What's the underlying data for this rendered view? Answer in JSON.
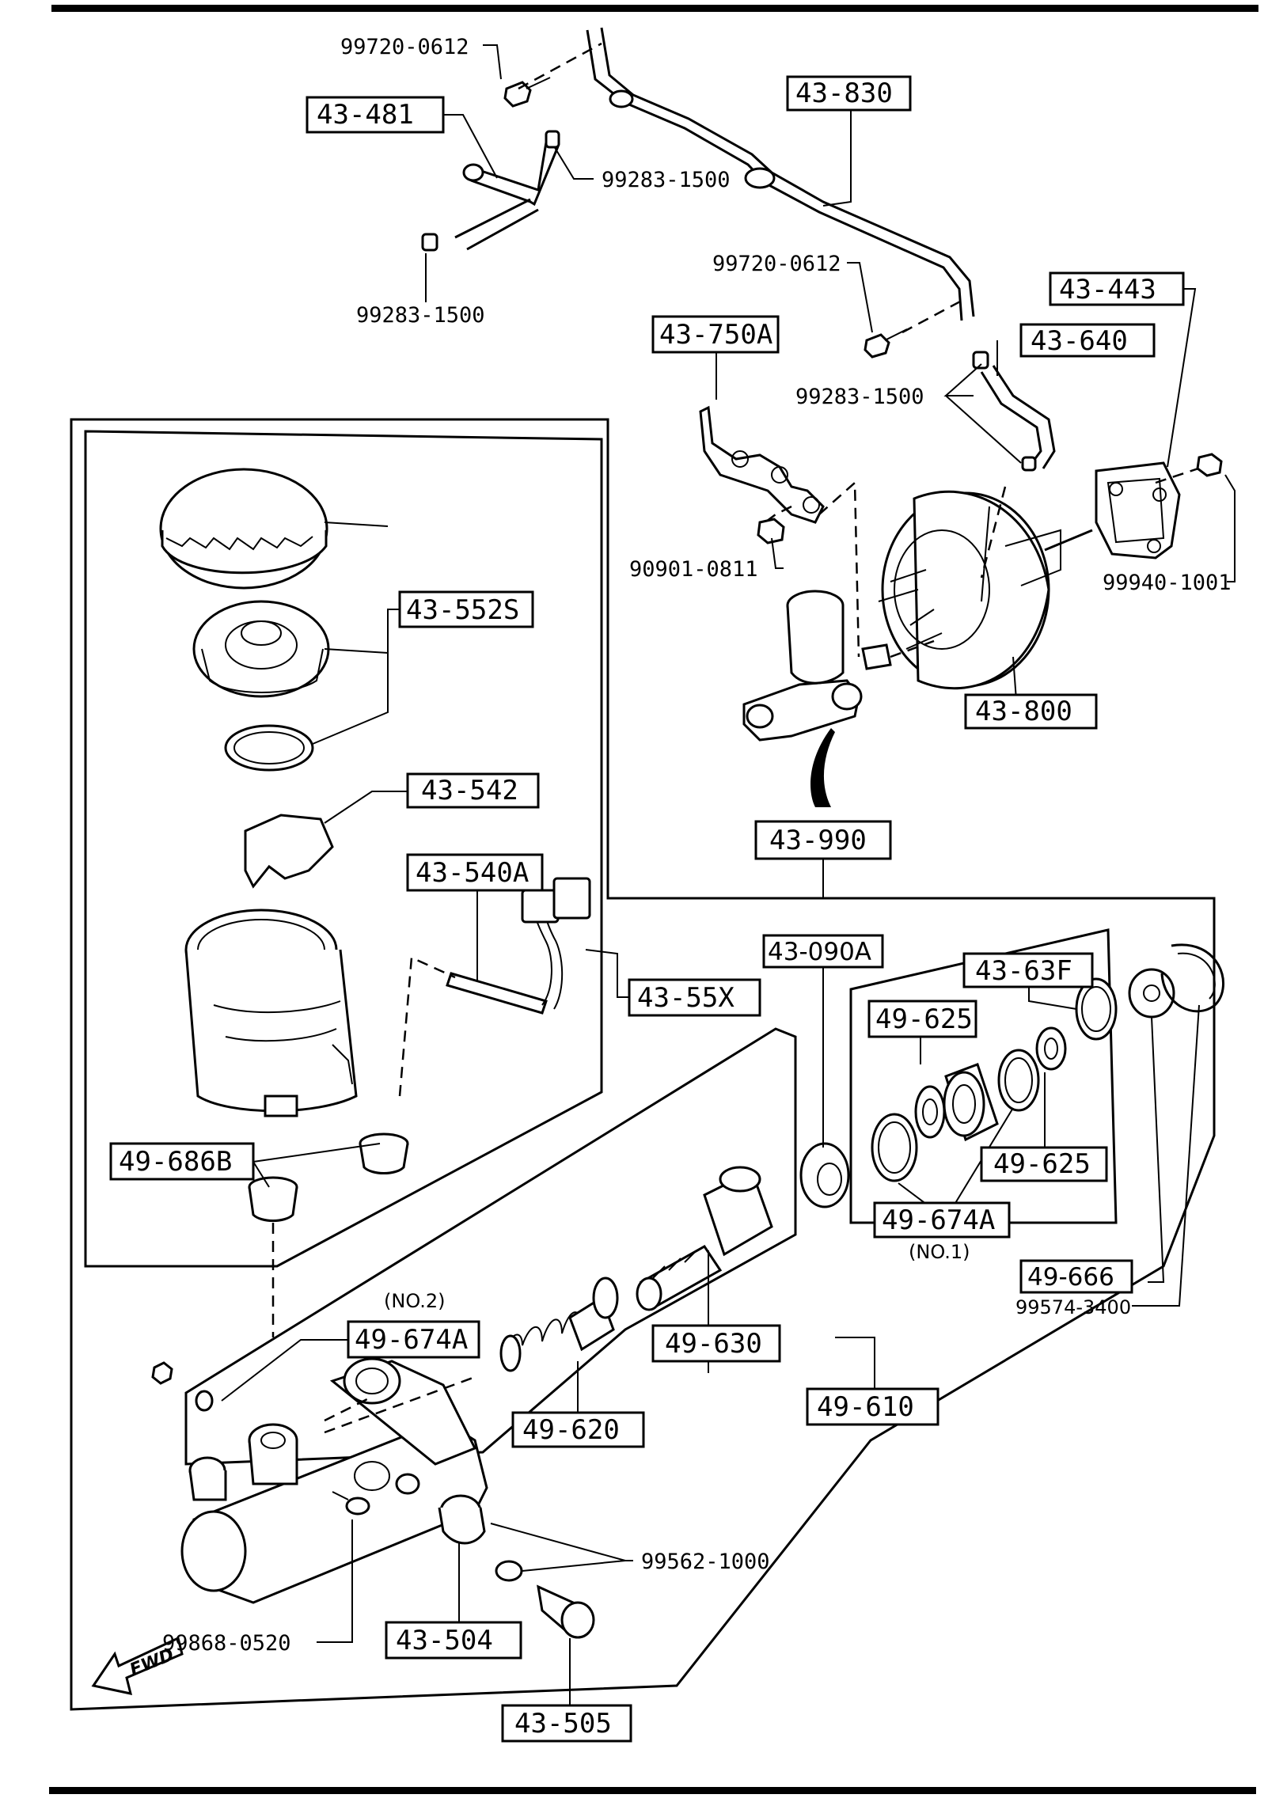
{
  "callouts": {
    "c43_481": "43-481",
    "c43_830": "43-830",
    "c43_443": "43-443",
    "c43_750A": "43-750A",
    "c43_640": "43-640",
    "c43_552S": "43-552S",
    "c43_542": "43-542",
    "c43_540A": "43-540A",
    "c43_55X": "43-55X",
    "c43_800": "43-800",
    "c43_990": "43-990",
    "c43_090A": "43-090A",
    "c43_63F": "43-63F",
    "c49_625a": "49-625",
    "c49_625b": "49-625",
    "c49_674A_1": "49-674A",
    "c49_666": "49-666",
    "c49_686B": "49-686B",
    "c49_674A_2": "49-674A",
    "c49_630": "49-630",
    "c49_620": "49-620",
    "c49_610": "49-610",
    "c43_504": "43-504",
    "c43_505": "43-505"
  },
  "hardware": {
    "h99720_0612_top": "99720-0612",
    "h99283_1500_a": "99283-1500",
    "h99283_1500_b": "99283-1500",
    "h99720_0612_mid": "99720-0612",
    "h99283_1500_c": "99283-1500",
    "h90901_0811": "90901-0811",
    "h99940_1001": "99940-1001",
    "h99574_3400": "99574-3400",
    "h99562_1000": "99562-1000",
    "h99868_0520": "99868-0520"
  },
  "notes": {
    "no1": "(NO.1)",
    "no2": "(NO.2)",
    "fwd": "FWD"
  }
}
